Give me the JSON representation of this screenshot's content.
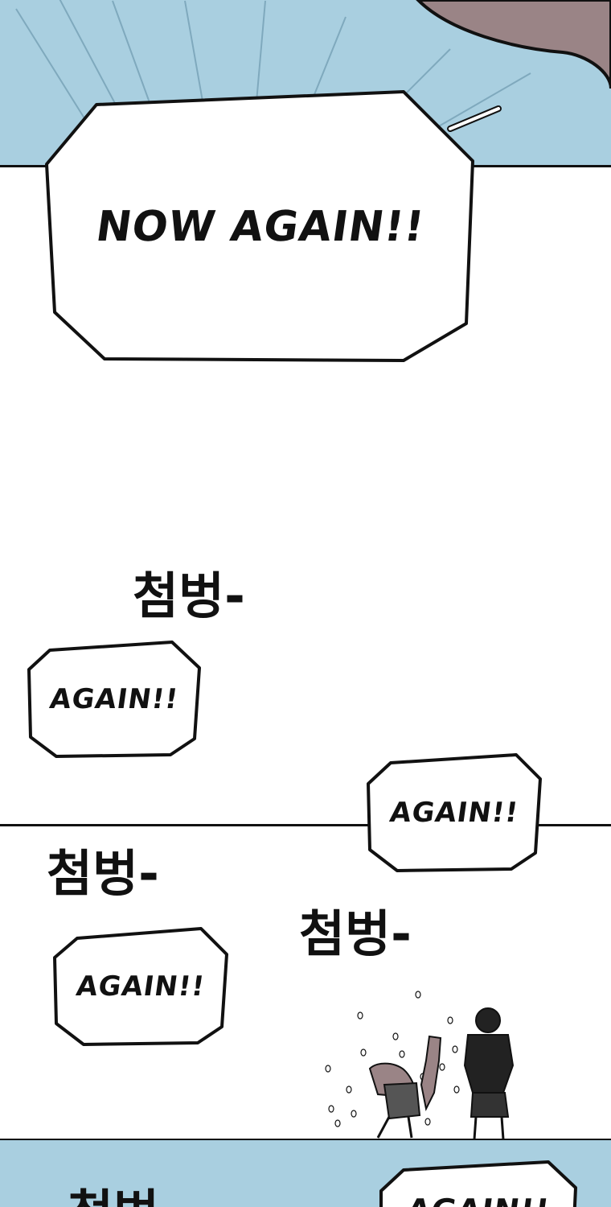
{
  "bubbles": {
    "main": "NOW AGAIN!!",
    "again_1": "AGAIN!!",
    "again_2": "AGAIN!!",
    "again_3": "AGAIN!!",
    "again_4_partial": "AGAIN!!"
  },
  "sfx": {
    "splash_1": "첨벙-",
    "splash_2": "첨벙-",
    "splash_3": "첨벙-",
    "splash_4_partial": "첨벙"
  },
  "colors": {
    "sky": "#a9cfe0",
    "ink": "#111111",
    "paper": "#ffffff"
  }
}
